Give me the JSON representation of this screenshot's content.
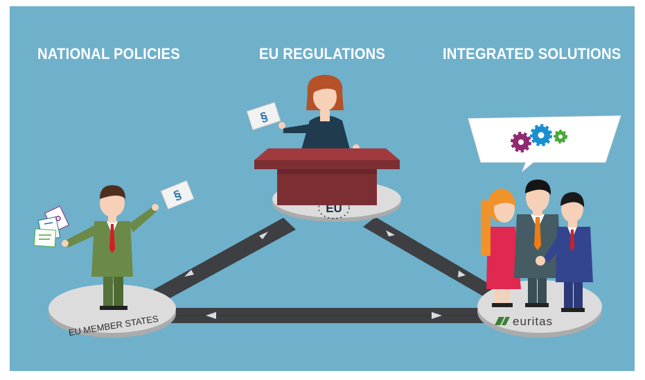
{
  "headings": {
    "national_policies": "NATIONAL POLICIES",
    "eu_regulations": "EU REGULATIONS",
    "integrated_solutions": "INTEGRATED SOLUTIONS"
  },
  "nodes": {
    "eu_platform_label": "EU",
    "member_states_label": "EU MEMBER STATES",
    "euritas_logo": "euritas"
  },
  "icons": {
    "gear_colors": [
      "#8e2a72",
      "#1a8fd0",
      "#49a83a"
    ]
  },
  "colors": {
    "background": "#6fb0cb",
    "podium": "#7c2f33",
    "connector": "#3d3f42",
    "platform": "#dcdcdc"
  }
}
